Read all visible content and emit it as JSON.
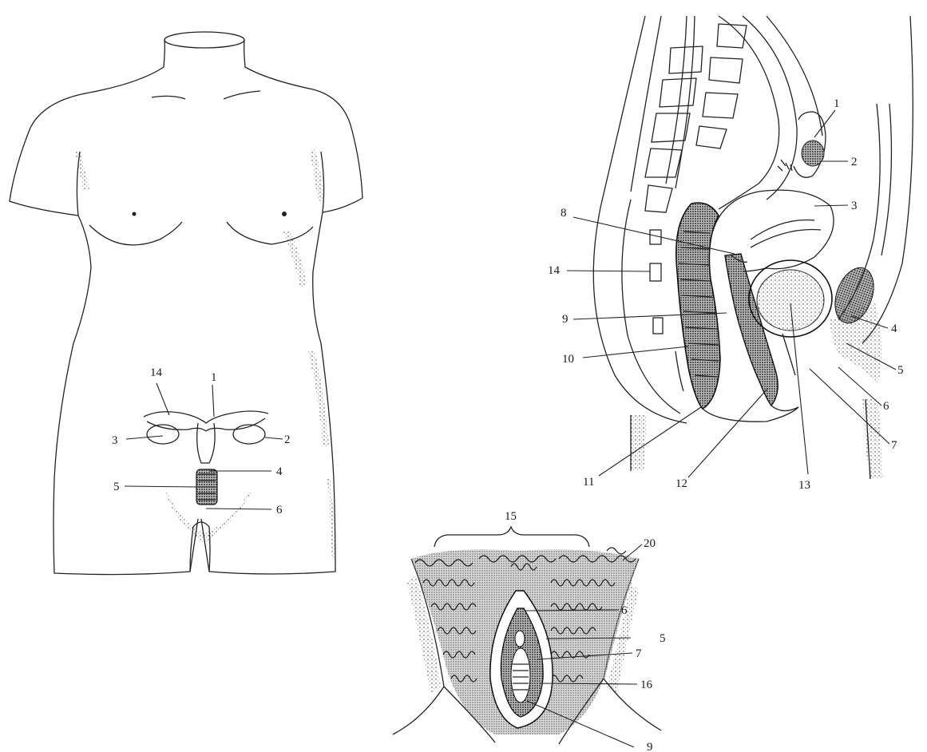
{
  "front_view": {
    "labels": [
      "14",
      "1",
      "3",
      "2",
      "4",
      "5",
      "6"
    ]
  },
  "sagittal_view": {
    "labels": [
      "1",
      "2",
      "3",
      "8",
      "14",
      "4",
      "9",
      "10",
      "5",
      "6",
      "7",
      "11",
      "12",
      "13"
    ]
  },
  "vulva_view": {
    "labels": [
      "15",
      "20",
      "6",
      "5",
      "7",
      "16",
      "9"
    ]
  }
}
